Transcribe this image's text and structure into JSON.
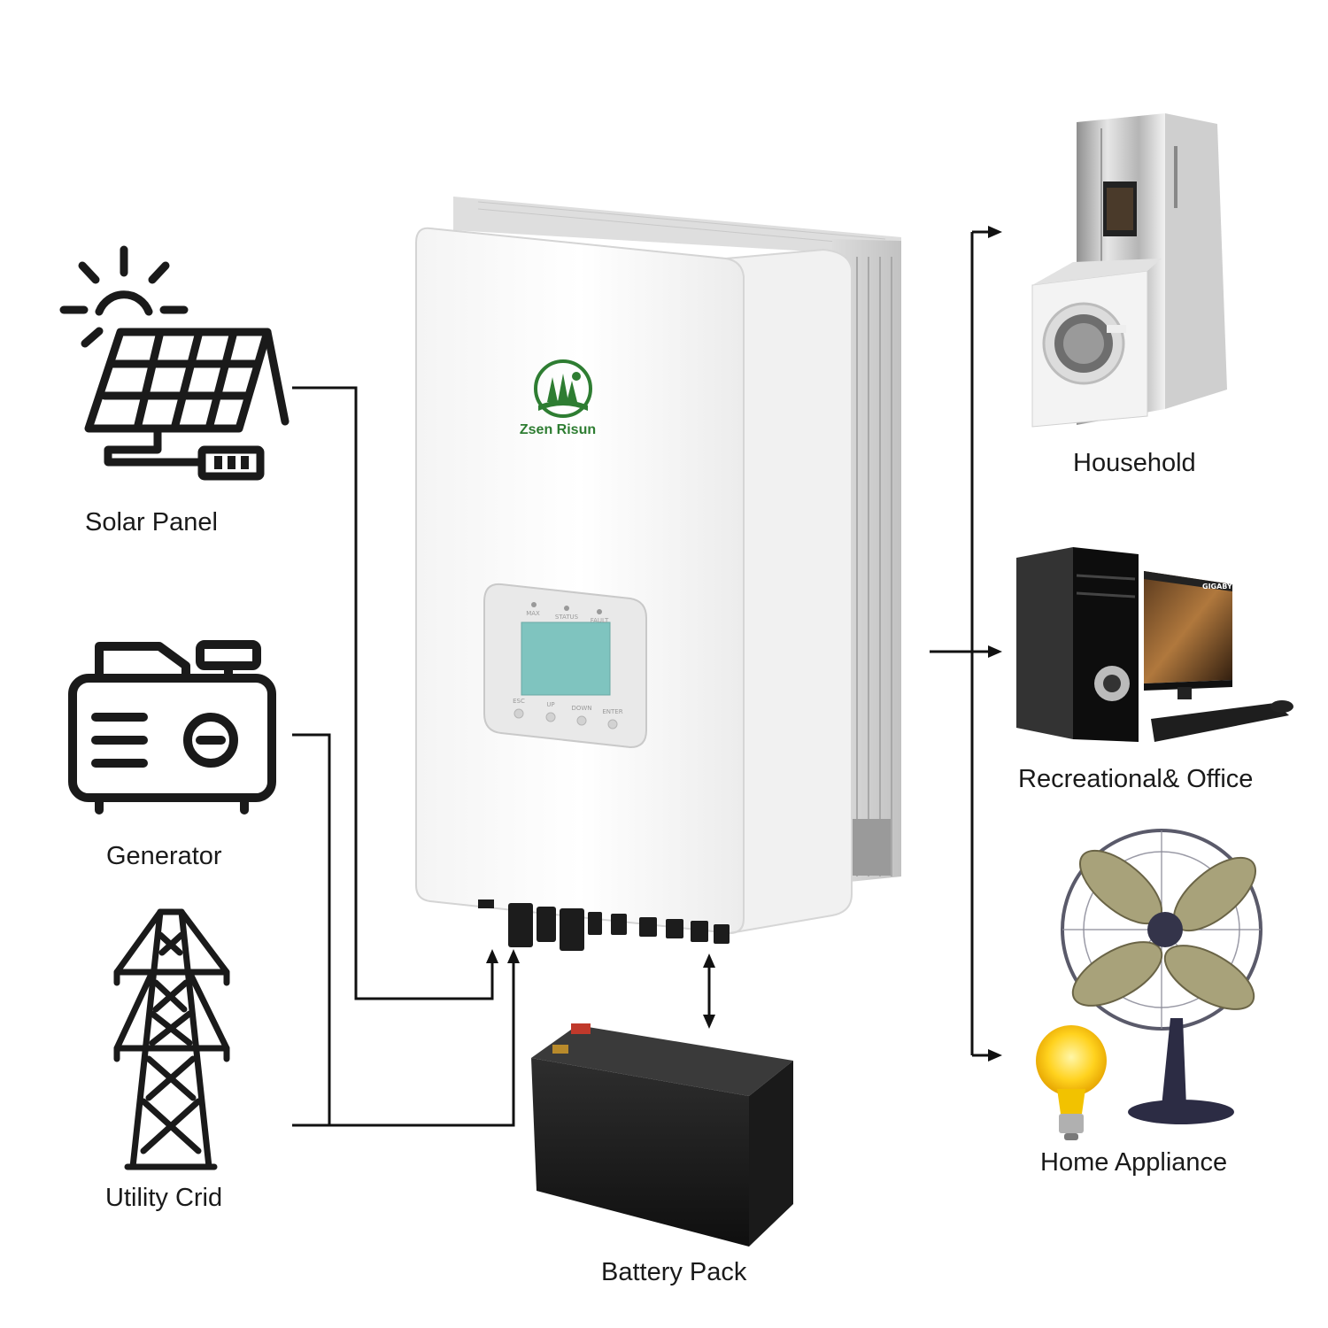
{
  "brand": {
    "name": "Zsen Risun"
  },
  "inputs": {
    "solar": "Solar Panel",
    "generator": "Generator",
    "grid": "Utility Crid",
    "battery": "Battery Pack"
  },
  "outputs": {
    "household": "Household",
    "office": "Recreational& Office",
    "appliance": "Home Appliance"
  },
  "display": {
    "indicators": [
      "MAX",
      "STATUS",
      "FAULT"
    ],
    "buttons": [
      "ESC",
      "UP",
      "DOWN",
      "ENTER"
    ]
  },
  "monitor": {
    "brand": "GIGABYTE"
  },
  "colors": {
    "line": "#111111",
    "logo": "#2e7d32",
    "screen": "#7fc4bf"
  }
}
